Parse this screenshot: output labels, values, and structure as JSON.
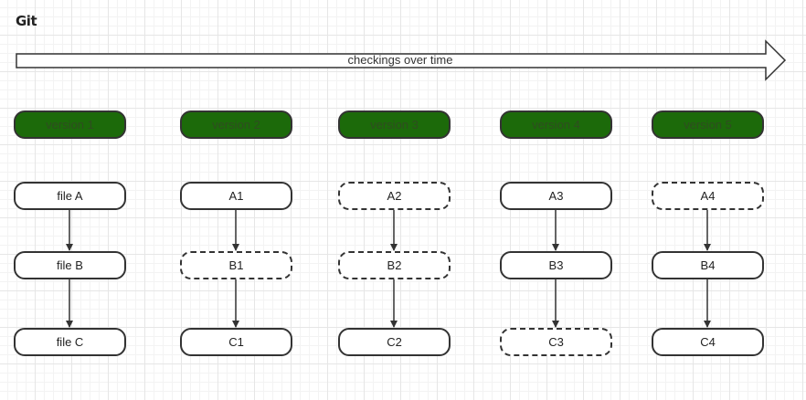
{
  "title": "Git",
  "timeline": {
    "label": "checkings over time"
  },
  "versions": [
    {
      "label": "version 1",
      "files": [
        {
          "label": "file A",
          "dashed": false
        },
        {
          "label": "file B",
          "dashed": false
        },
        {
          "label": "file C",
          "dashed": false
        }
      ]
    },
    {
      "label": "version 2",
      "files": [
        {
          "label": "A1",
          "dashed": false
        },
        {
          "label": "B1",
          "dashed": true
        },
        {
          "label": "C1",
          "dashed": false
        }
      ]
    },
    {
      "label": "version 3",
      "files": [
        {
          "label": "A2",
          "dashed": true
        },
        {
          "label": "B2",
          "dashed": true
        },
        {
          "label": "C2",
          "dashed": false
        }
      ]
    },
    {
      "label": "version 4",
      "files": [
        {
          "label": "A3",
          "dashed": false
        },
        {
          "label": "B3",
          "dashed": false
        },
        {
          "label": "C3",
          "dashed": true
        }
      ]
    },
    {
      "label": "version 5",
      "files": [
        {
          "label": "A4",
          "dashed": true
        },
        {
          "label": "B4",
          "dashed": false
        },
        {
          "label": "C4",
          "dashed": false
        }
      ]
    }
  ],
  "colors": {
    "version_fill": "#1c6a0a",
    "stroke": "#333333"
  }
}
